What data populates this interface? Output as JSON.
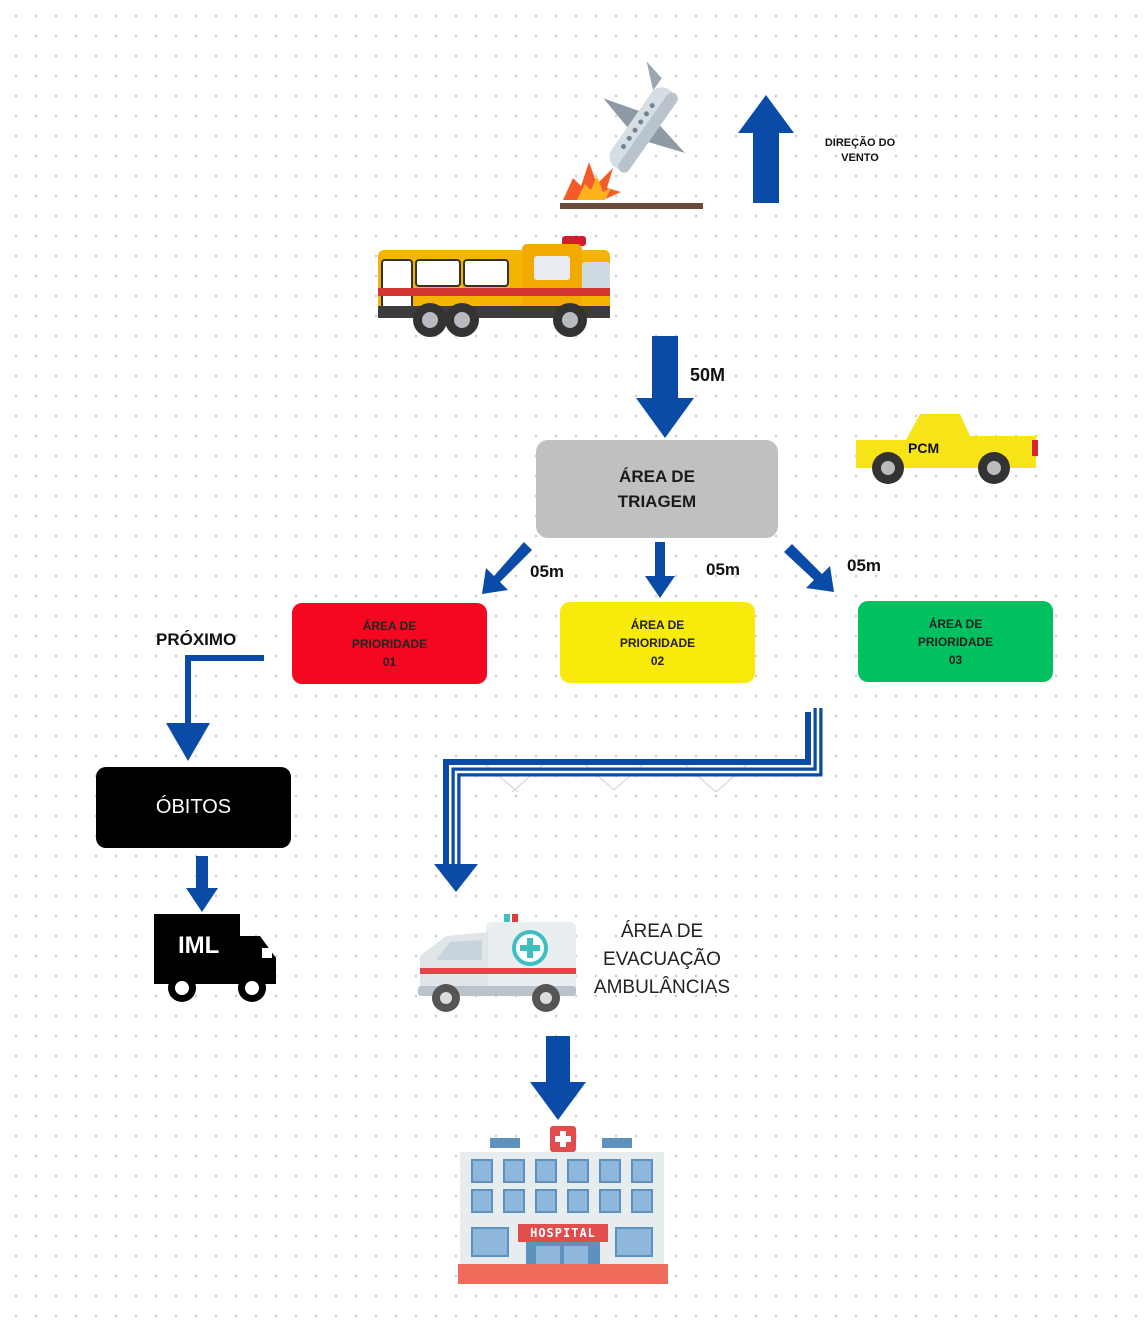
{
  "wind": {
    "label_line1": "DIREÇÃO DO",
    "label_line2": "VENTO"
  },
  "distances": {
    "truck_to_triage": "50M",
    "left": "05m",
    "center": "05m",
    "right": "05m"
  },
  "triage": {
    "line1": "ÁREA DE",
    "line2": "TRIAGEM"
  },
  "pcm": {
    "label": "PCM"
  },
  "priority_areas": [
    {
      "line1": "ÁREA DE",
      "line2": "PRIORIDADE",
      "line3": "01",
      "color": "#f5081f"
    },
    {
      "line1": "ÁREA DE",
      "line2": "PRIORIDADE",
      "line3": "02",
      "color": "#f8ea0a"
    },
    {
      "line1": "ÁREA DE",
      "line2": "PRIORIDADE",
      "line3": "03",
      "color": "#00c060"
    }
  ],
  "proximo": {
    "label": "PRÓXIMO"
  },
  "obitos": {
    "label": "ÓBITOS"
  },
  "iml": {
    "label": "IML"
  },
  "evacuation": {
    "line1": "ÁREA DE",
    "line2": "EVACUAÇÃO",
    "line3": "AMBULÂNCIAS"
  },
  "hospital": {
    "sign": "HOSPITAL"
  },
  "colors": {
    "arrow": "#0a4ba8",
    "triage_box": "#c0c0c0",
    "obitos_box": "#000000"
  }
}
